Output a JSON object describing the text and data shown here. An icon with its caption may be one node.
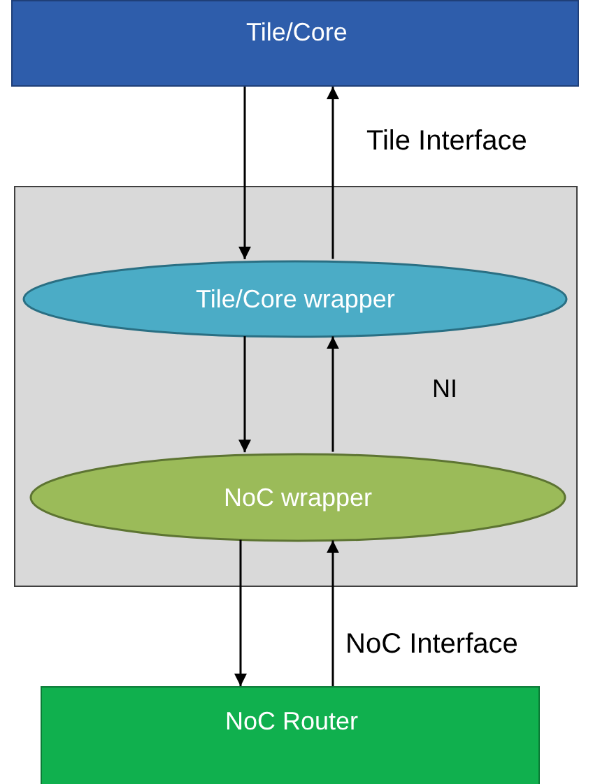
{
  "diagram": {
    "nodes": [
      {
        "text": [
          "Tile/Core"
        ]
      },
      {
        "text": [
          "NI"
        ]
      },
      {
        "text": [
          "Tile/Core wrapper"
        ],
        "in": 1
      },
      {
        "text": [
          "NoC wrapper"
        ],
        "in": 1
      },
      {
        "text": [
          "NoC Router"
        ]
      }
    ],
    "edges": [
      {
        "from": 0,
        "to": 2,
        "arrow": "to"
      },
      {
        "from": 2,
        "to": 0,
        "arrow": "to"
      },
      {
        "from": 2,
        "to": 3,
        "arrow": "to"
      },
      {
        "from": 3,
        "to": 2,
        "arrow": "to"
      },
      {
        "from": 3,
        "to": 4,
        "arrow": "to"
      },
      {
        "from": 4,
        "to": 3,
        "arrow": "to"
      }
    ],
    "labels": [
      "Tile Interface",
      "NoC Interface"
    ]
  }
}
